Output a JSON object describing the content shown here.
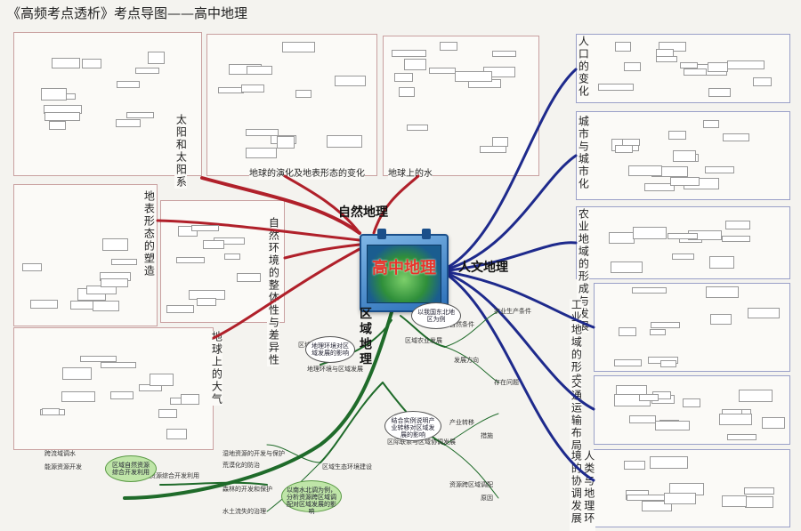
{
  "title": "《高频考点透析》考点导图——高中地理",
  "hub": {
    "label": "高中地理"
  },
  "branches": {
    "physical": "自然地理",
    "human": "人文地理",
    "regional": "区域地理"
  },
  "physical_panels": {
    "sun_earth": "太阳和太阳系",
    "earth_evolution": "地球的演化及地表形态的变化",
    "water": "地球上的水",
    "landforms": "地表形态的塑造",
    "integrity": "自然环境的整体性与差异性",
    "atmosphere": "地球上的大气"
  },
  "human_panels": {
    "population": "人口的变化",
    "urban": "城市与城市化",
    "agriculture": "农业地域的形成与发展",
    "industry": "工业地域的形成与发展",
    "transport": "交通运输布局及其影响",
    "sustainable": "人类与地理环境的协调发展"
  },
  "regional_nodes": {
    "region": "区域",
    "env_dev": "地理环境与区域发展",
    "case_a": "区域农业发展",
    "eco": "区域生态环境建设",
    "link": "区际联系与区域协调发展",
    "resource": "区域自然资源综合开发利用",
    "water_transfer": "跨流域调水",
    "energy_transfer": "能源资源开发",
    "wetland": "湿地资源的开发与保护",
    "desert": "荒漠化的防治",
    "forest": "森林的开发和保护",
    "soil": "水土流失的治理",
    "industry_transfer": "产业转移",
    "resource_transfer": "资源跨区域调配",
    "natural_conditions": "自然条件",
    "development": "发展方向",
    "ag_conditions": "农业生产条件",
    "issues": "存在问题",
    "measures": "措施",
    "rationale": "原因"
  },
  "callouts": {
    "c1": "地理环境对区域发展的影响",
    "c2": "以我国东北地区为例",
    "c3": "区域自然资源综合开发利用",
    "c4": "结合实例说明产业转移对区域发展的影响",
    "c5": "以南水北调为例，分析资源跨区域调配对区域发展的影响"
  },
  "colors": {
    "physical": "#b0202a",
    "human": "#1e2a8c",
    "regional": "#1f6b2a",
    "panel_red": "#c9a0a0",
    "panel_blue": "#9aa0c8",
    "panel_green": "#9cc49c"
  }
}
